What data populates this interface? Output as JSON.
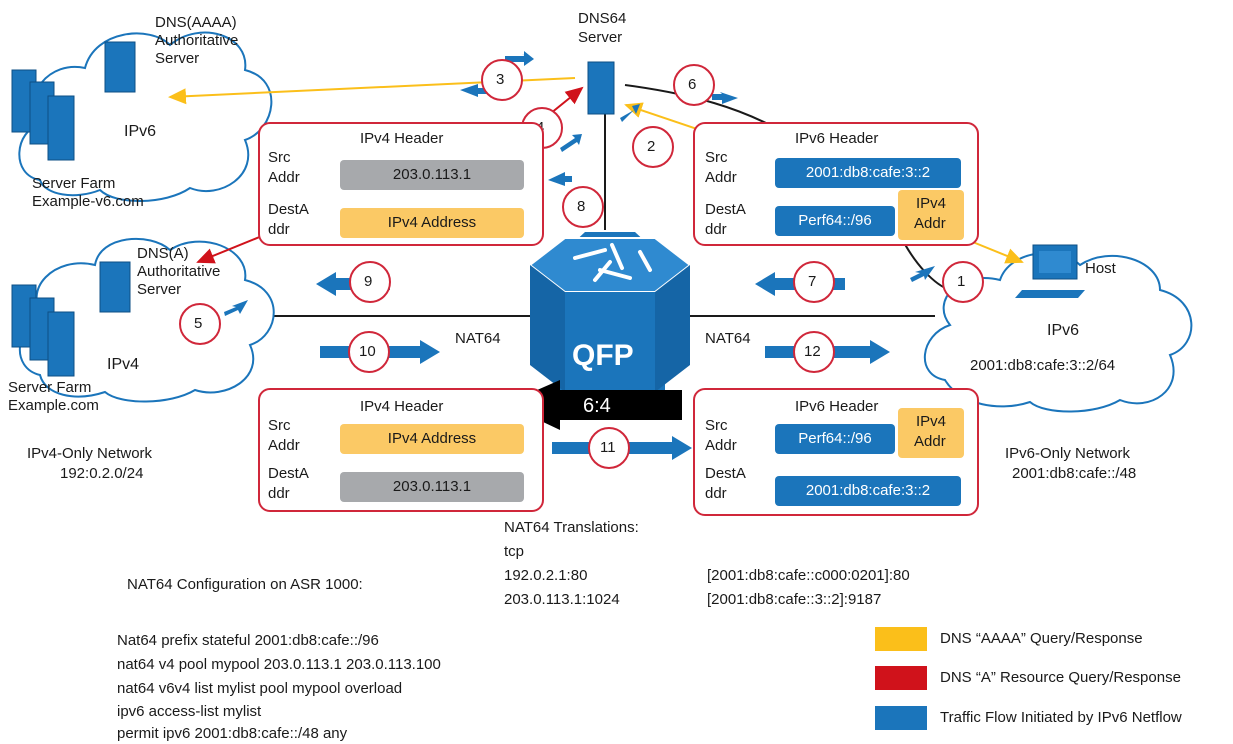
{
  "dns64": {
    "label_line1": "DNS64",
    "label_line2": "Server"
  },
  "aaaa_server": {
    "line1": "DNS(AAAA)",
    "line2": "Authoritative",
    "line3": "Server"
  },
  "a_server": {
    "line1": "DNS(A)",
    "line2": "Authoritative",
    "line3": "Server"
  },
  "ipv6_farm": {
    "cloud_label": "IPv6",
    "name_line1": "Server Farm",
    "name_line2": "Example-v6.com"
  },
  "ipv4_farm": {
    "cloud_label": "IPv4",
    "name_line1": "Server Farm",
    "name_line2": "Example.com"
  },
  "ipv4_network": {
    "line1": "IPv4-Only Network",
    "line2": "192:0.2.0/24"
  },
  "ipv6_network": {
    "line1": "IPv6-Only Network",
    "line2": "2001:db8:cafe::/48"
  },
  "host": {
    "label": "Host",
    "cloud_label": "IPv6",
    "prefix": "2001:db8:cafe:3::2/64"
  },
  "router": {
    "label": "QFP",
    "ratio": "6:4",
    "nat_left": "NAT64",
    "nat_right": "NAT64"
  },
  "ipv4_header_top": {
    "title": "IPv4 Header",
    "src_label_1": "Src",
    "src_label_2": "Addr",
    "dst_label_1": "DestA",
    "dst_label_2": "ddr",
    "src_value": "203.0.113.1",
    "dst_value": "IPv4 Address"
  },
  "ipv6_header_top": {
    "title": "IPv6 Header",
    "src_label_1": "Src",
    "src_label_2": "Addr",
    "dst_label_1": "DestA",
    "dst_label_2": "ddr",
    "src_value": "2001:db8:cafe:3::2",
    "dst_prefix": "Perf64::/96",
    "dst_v4_1": "IPv4",
    "dst_v4_2": "Addr"
  },
  "ipv4_header_bottom": {
    "title": "IPv4 Header",
    "src_label_1": "Src",
    "src_label_2": "Addr",
    "dst_label_1": "DestA",
    "dst_label_2": "ddr",
    "src_value": "IPv4 Address",
    "dst_value": "203.0.113.1"
  },
  "ipv6_header_bottom": {
    "title": "IPv6 Header",
    "src_label_1": "Src",
    "src_label_2": "Addr",
    "dst_label_1": "DestA",
    "dst_label_2": "ddr",
    "src_prefix": "Perf64::/96",
    "src_v4_1": "IPv4",
    "src_v4_2": "Addr",
    "dst_value": "2001:db8:cafe:3::2"
  },
  "steps": [
    "1",
    "2",
    "3",
    "4",
    "5",
    "6",
    "7",
    "8",
    "9",
    "10",
    "11",
    "12"
  ],
  "translations": {
    "title": "NAT64 Translations:",
    "proto": "tcp",
    "v4_1": "192.0.2.1:80",
    "v4_2": "203.0.113.1:1024",
    "v6_1": "[2001:db8:cafe::c000:0201]:80",
    "v6_2": "[2001:db8:cafe::3::2]:9187"
  },
  "config": {
    "title": "NAT64 Configuration on ASR 1000:",
    "lines": [
      "Nat64 prefix stateful 2001:db8:cafe::/96",
      "nat64 v4 pool mypool 203.0.113.1 203.0.113.100",
      "nat64 v6v4 list mylist pool mypool overload",
      "ipv6 access-list mylist",
      "permit ipv6 2001:db8:cafe::/48 any"
    ]
  },
  "legend": [
    {
      "label": "DNS “AAAA” Query/Response",
      "color": "#fbbf1a"
    },
    {
      "label": "DNS “A” Resource Query/Response",
      "color": "#d0121b"
    },
    {
      "label": "Traffic Flow Initiated by IPv6 Netflow",
      "color": "#1b75bb"
    }
  ],
  "colors": {
    "blue": "#1b75bb",
    "red": "#d0273a",
    "yellow": "#fbc965",
    "gray": "#a7a9ac"
  }
}
